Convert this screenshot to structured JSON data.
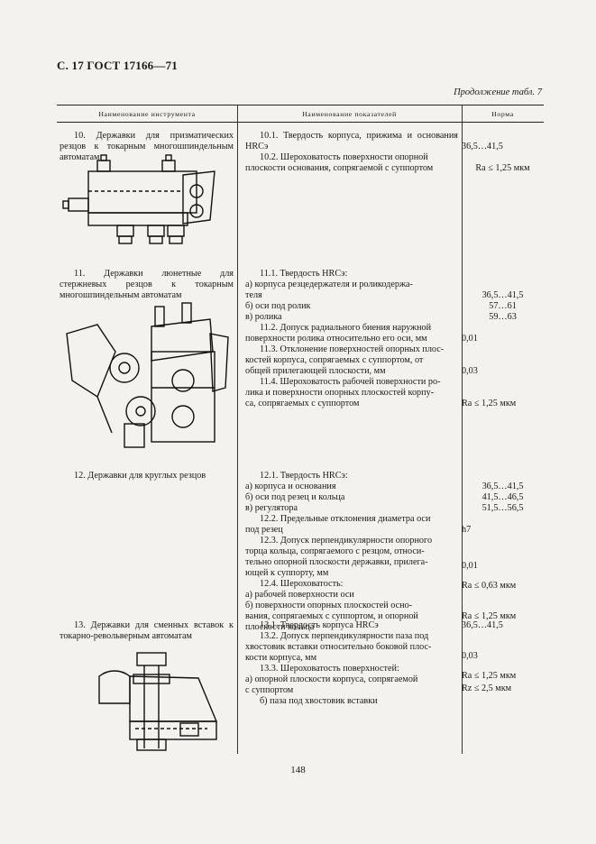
{
  "header": {
    "title": "С. 17 ГОСТ 17166—71",
    "continuation": "Продолжение табл. 7"
  },
  "columns": {
    "tool": "Наименование инструмента",
    "param": "Наименование показателей",
    "norm": "Норма"
  },
  "rows": [
    {
      "tool": "10. Державки для призматических резцов к токарным многошпиндельным автоматам",
      "params": [
        "10.1. Твердость корпуса, прижима и основания HRCэ",
        "10.2. Шероховатость поверхности опорной",
        "плоскости основания, сопрягаемой с суппортом"
      ],
      "norms": [
        "36,5…41,5",
        "Ra ≤ 1,25 мкм"
      ]
    },
    {
      "tool": "11. Державки люнетные для стержневых резцов к токарным многошпиндельным автоматам",
      "params": [
        "11.1. Твердость HRCэ:",
        "а) корпуса резцедержателя и роликодержа-",
        "теля",
        "б) оси под ролик",
        "в) ролика",
        "11.2. Допуск радиального биения наружной",
        "поверхности ролика относительно его оси, мм",
        "11.3. Отклонение поверхностей опорных плос-",
        "костей корпуса, сопрягаемых с суппортом, от",
        "общей прилегающей плоскости, мм",
        "11.4. Шероховатость рабочей поверхности ро-",
        "лика и поверхности опорных плоскостей корпу-",
        "са, сопрягаемых с суппортом"
      ],
      "norms": [
        "36,5…41,5",
        "57…61",
        "59…63",
        "0,01",
        "0,03",
        "Ra ≤ 1,25 мкм"
      ]
    },
    {
      "tool": "12. Державки для круглых резцов",
      "params": [
        "12.1. Твердость HRCэ:",
        "а) корпуса и основания",
        "б) оси под резец и кольца",
        "в) регулятора",
        "12.2. Предельные отклонения диаметра оси",
        "под резец",
        "12.3. Допуск перпендикулярности опорного",
        "торца кольца, сопрягаемого с резцом, относи-",
        "тельно опорной плоскости державки, прилега-",
        "ющей к суппорту, мм",
        "12.4. Шероховатость:",
        "а) рабочей поверхности оси",
        "б) поверхности опорных плоскостей осно-",
        "вания, сопрягаемых с суппортом, и опорной",
        "плоскости кольца"
      ],
      "norms": [
        "36,5…41,5",
        "41,5…46,5",
        "51,5…56,5",
        "h7",
        "0,01",
        "Ra ≤ 0,63 мкм",
        "Ra ≤ 1,25 мкм"
      ]
    },
    {
      "tool": "13. Державки для сменных вставок к токарно-револьверным автоматам",
      "params": [
        "13.1. Твердость корпуса HRCэ",
        "13.2. Допуск перпендикулярности паза под",
        "хвостовик вставки относительно боковой плос-",
        "кости корпуса, мм",
        "13.3. Шероховатость поверхностей:",
        "а) опорной плоскости корпуса, сопрягаемой",
        "с суппортом",
        "б) паза под хвостовик вставки"
      ],
      "norms": [
        "36,5…41,5",
        "0,03",
        "Ra ≤ 1,25 мкм",
        "Rz ≤ 2,5 мкм"
      ]
    }
  ],
  "page_number": "148"
}
